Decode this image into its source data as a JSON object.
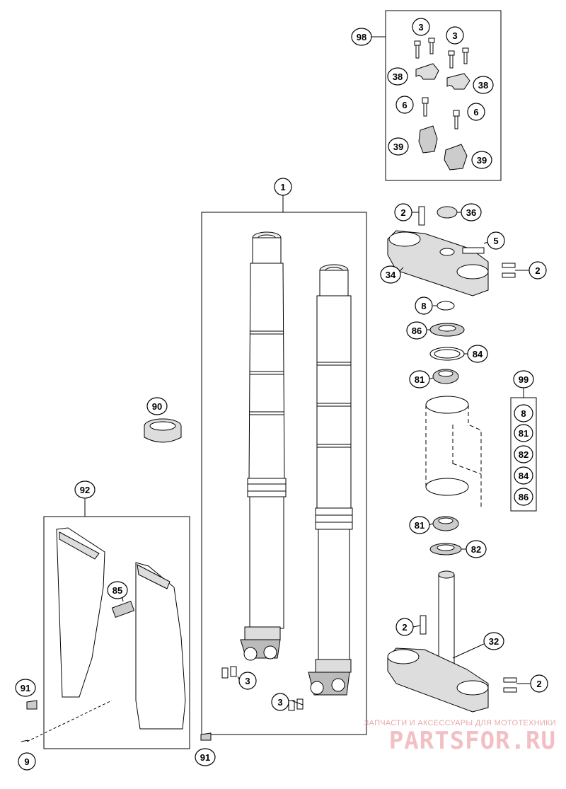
{
  "callouts": {
    "c98": "98",
    "c3a": "3",
    "c3b": "3",
    "c38a": "38",
    "c38b": "38",
    "c6a": "6",
    "c6b": "6",
    "c39a": "39",
    "c39b": "39",
    "c1": "1",
    "c2a": "2",
    "c36": "36",
    "c5": "5",
    "c34": "34",
    "c2b": "2",
    "c8": "8",
    "c86": "86",
    "c84": "84",
    "c81a": "81",
    "c99": "99",
    "k8": "8",
    "k81": "81",
    "k82": "82",
    "k84": "84",
    "k86": "86",
    "c90": "90",
    "c92": "92",
    "c85": "85",
    "c91a": "91",
    "c9": "9",
    "c91b": "91",
    "c3c": "3",
    "c3d": "3",
    "c81b": "81",
    "c82": "82",
    "c2c": "2",
    "c32": "32",
    "c2d": "2"
  },
  "watermark": {
    "line1": "ЗАПЧАСТИ И АКСЕССУАРЫ ДЛЯ МОТОТЕХНИКИ",
    "brand": "PARTSFOR.RU"
  }
}
